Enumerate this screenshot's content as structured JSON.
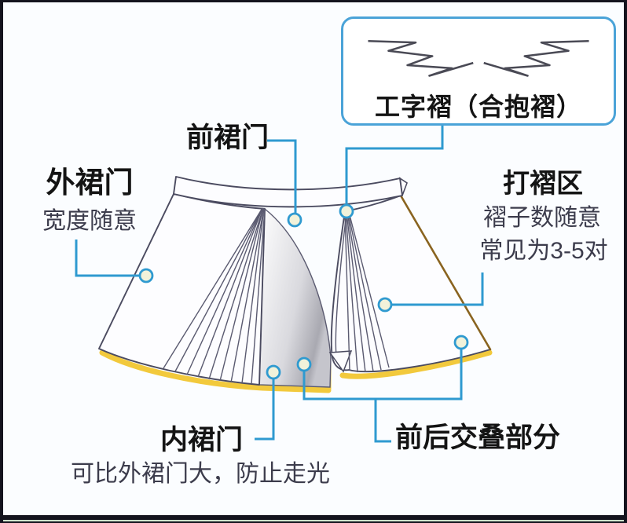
{
  "figure": {
    "pleat_box": {
      "title": "工字褶（合抱褶）"
    },
    "labels": {
      "front_panel": {
        "title": "前裙门"
      },
      "outer_panel": {
        "title": "外裙门",
        "subtitle": "宽度随意"
      },
      "pleat_area": {
        "title": "打褶区",
        "line1": "褶子数随意",
        "line2": "常见为3-5对"
      },
      "inner_panel": {
        "title": "内裙门",
        "subtitle": "可比外裙门大，防止走光"
      },
      "overlap": {
        "title": "前后交叠部分"
      }
    },
    "colors": {
      "connector": "#2f9ad0",
      "dot_fill": "#f1f2da",
      "outline": "#4b4b60",
      "pleat_line": "#5a5a70",
      "hem_gold": "#f2c93c",
      "right_edge_brown": "#8a6420",
      "box_border": "#4aa3d8",
      "frame": "#14141e",
      "frame_accent": "#cde2ca",
      "background": "#fbfdff",
      "label_black": "#141414",
      "label_gray": "#3c3c4c"
    }
  }
}
